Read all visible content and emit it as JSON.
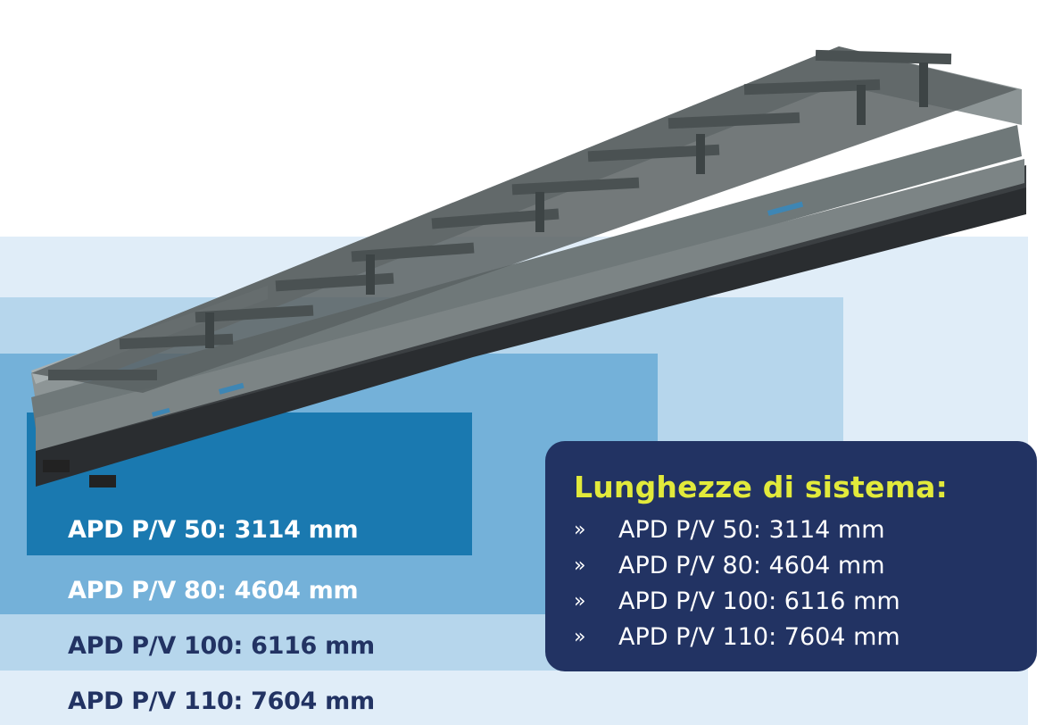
{
  "colors": {
    "band_50": "#1a79b0",
    "band_80": "#74b1d9",
    "band_100": "#b6d6ec",
    "band_110": "#e0edf8",
    "box_bg": "#223363",
    "title_yellow": "#e2ea3b",
    "dark_label": "#223363"
  },
  "bands": [
    {
      "label": "APD P/V 50: 3114 mm"
    },
    {
      "label": "APD P/V 80: 4604 mm"
    },
    {
      "label": "APD P/V 100: 6116 mm"
    },
    {
      "label": "APD P/V 110: 7604 mm"
    }
  ],
  "info_box": {
    "title": "Lunghezze di sistema:",
    "bullet_glyph": "»",
    "items": [
      "APD P/V 50: 3114 mm",
      "APD P/V 80: 4604 mm",
      "APD P/V 100: 6116 mm",
      "APD P/V 110: 7604 mm"
    ]
  },
  "icons": {
    "product_image": "telescopic-ladder-frame"
  }
}
